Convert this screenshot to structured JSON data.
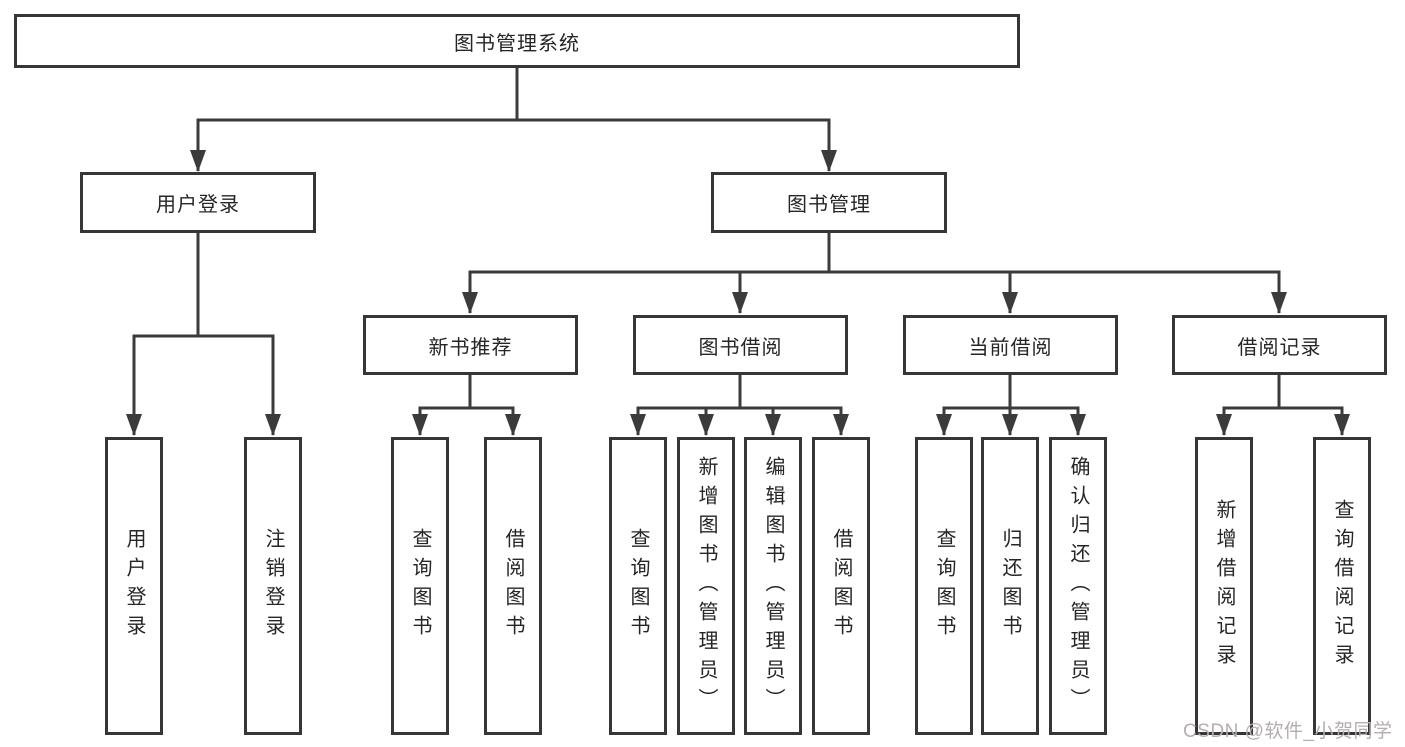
{
  "colors": {
    "line": "#3b3b3b",
    "border": "#363636",
    "text": "#262626",
    "background": "#ffffff",
    "watermark": "#b5aeae"
  },
  "tree": {
    "root": {
      "label": "图书管理系统"
    },
    "branches": [
      {
        "label": "用户登录",
        "children": [
          {
            "label": "用户登录"
          },
          {
            "label": "注销登录"
          }
        ]
      },
      {
        "label": "图书管理",
        "groups": [
          {
            "label": "新书推荐",
            "children": [
              {
                "label": "查询图书"
              },
              {
                "label": "借阅图书"
              }
            ]
          },
          {
            "label": "图书借阅",
            "children": [
              {
                "label": "查询图书"
              },
              {
                "label": "新增图书（管理员）"
              },
              {
                "label": "编辑图书（管理员）"
              },
              {
                "label": "借阅图书"
              }
            ]
          },
          {
            "label": "当前借阅",
            "children": [
              {
                "label": "查询图书"
              },
              {
                "label": "归还图书"
              },
              {
                "label": "确认归还（管理员）"
              }
            ]
          },
          {
            "label": "借阅记录",
            "children": [
              {
                "label": "新增借阅记录"
              },
              {
                "label": "查询借阅记录"
              }
            ]
          }
        ]
      }
    ]
  },
  "watermark": "CSDN @软件_小贺同学"
}
